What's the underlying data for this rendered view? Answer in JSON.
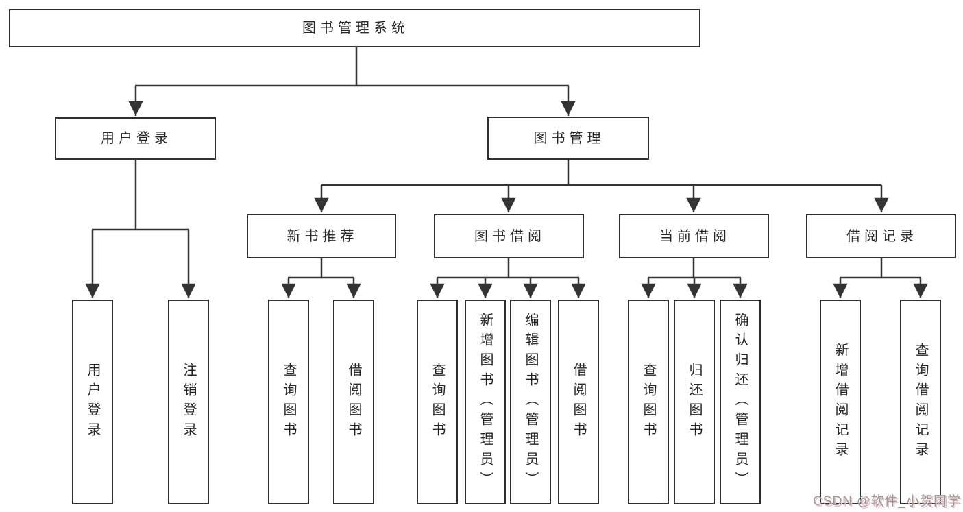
{
  "diagram": {
    "root": "图书管理系统",
    "level2": {
      "user_login": "用户登录",
      "book_management": "图书管理"
    },
    "level3": {
      "new_book": "新书推荐",
      "book_borrow": "图书借阅",
      "current_borrow": "当前借阅",
      "borrow_record": "借阅记录"
    },
    "leaves": {
      "user_login": [
        "用户登录",
        "注销登录"
      ],
      "new_book": [
        "查询图书",
        "借阅图书"
      ],
      "book_borrow": [
        "查询图书",
        "新增图书（管理员）",
        "编辑图书（管理员）",
        "借阅图书"
      ],
      "current_borrow": [
        "查询图书",
        "归还图书",
        "确认归还（管理员）"
      ],
      "borrow_record": [
        "新增借阅记录",
        "查询借阅记录"
      ]
    }
  },
  "watermark": {
    "text": "CSDN @软件_小贺同学"
  },
  "colors": {
    "line": "#333333",
    "text": "#262626",
    "node_border": "#2f2f2f",
    "background": "#ffffff",
    "watermark": "#9b9b9b",
    "watermark_shadow": "#edbcbc"
  }
}
